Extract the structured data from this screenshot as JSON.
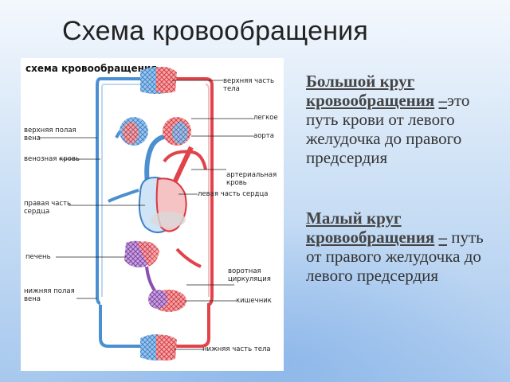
{
  "slide": {
    "title": "Схема кровообращения"
  },
  "figure": {
    "title": "схема кровообращения",
    "labels": {
      "upper_body": "верхняя часть тела",
      "lungs": "легкое",
      "aorta": "аорта",
      "superior_vena_cava": "верхняя полая вена",
      "venous_blood": "венозная кровь",
      "arterial_blood": "артериальная кровь",
      "left_heart": "левая часть сердца",
      "right_heart": "правая часть сердца",
      "liver": "печень",
      "portal_circulation": "воротная циркуляция",
      "intestine": "кишечник",
      "inferior_vena_cava": "нижняя полая вена",
      "lower_body": "нижняя часть тела"
    },
    "colors": {
      "venous": "#4a8fd0",
      "arterial": "#e0434a",
      "portal": "#8b4fb0"
    }
  },
  "definitions": {
    "big": {
      "term": "Большой круг кровообращения",
      "dash": "–",
      "text": "это путь крови от левого желудочка до правого предсердия"
    },
    "small": {
      "term": "Малый круг кровообращения",
      "dash": "–",
      "text": "путь от правого желудочка до левого предсердия"
    }
  }
}
